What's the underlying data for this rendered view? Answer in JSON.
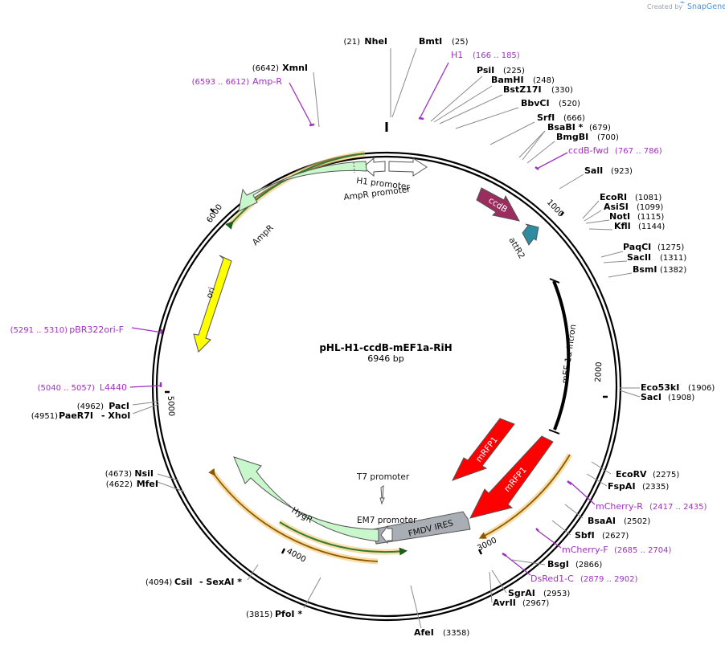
{
  "credit": {
    "prefix": "Created by",
    "brand": "SnapGene"
  },
  "plasmid": {
    "name": "pHL-H1-ccdB-mEF1a-RiH",
    "length_label": "6946 bp",
    "length": 6946
  },
  "ticks": [
    "1000",
    "2000",
    "3000",
    "4000",
    "5000",
    "6000"
  ],
  "enzymes": [
    {
      "name": "NheI",
      "pos": "(21)"
    },
    {
      "name": "BmtI",
      "pos": "(25)"
    },
    {
      "name": "PsiI",
      "pos": "(225)"
    },
    {
      "name": "BamHI",
      "pos": "(248)"
    },
    {
      "name": "BstZ17I",
      "pos": "(330)"
    },
    {
      "name": "BbvCI",
      "pos": "(520)"
    },
    {
      "name": "SrfI",
      "pos": "(666)"
    },
    {
      "name": "BsaBI *",
      "pos": "(679)"
    },
    {
      "name": "BmgBI",
      "pos": "(700)"
    },
    {
      "name": "SalI",
      "pos": "(923)"
    },
    {
      "name": "EcoRI",
      "pos": "(1081)"
    },
    {
      "name": "AsiSI",
      "pos": "(1099)"
    },
    {
      "name": "NotI",
      "pos": "(1115)"
    },
    {
      "name": "KflI",
      "pos": "(1144)"
    },
    {
      "name": "PaqCI",
      "pos": "(1275)"
    },
    {
      "name": "SacII",
      "pos": "(1311)"
    },
    {
      "name": "BsmI",
      "pos": "(1382)"
    },
    {
      "name": "Eco53kI",
      "pos": "(1906)"
    },
    {
      "name": "SacI",
      "pos": "(1908)"
    },
    {
      "name": "EcoRV",
      "pos": "(2275)"
    },
    {
      "name": "FspAI",
      "pos": "(2335)"
    },
    {
      "name": "BsaAI",
      "pos": "(2502)"
    },
    {
      "name": "SbfI",
      "pos": "(2627)"
    },
    {
      "name": "BsgI",
      "pos": "(2866)"
    },
    {
      "name": "SgrAI",
      "pos": "(2953)"
    },
    {
      "name": "AvrII",
      "pos": "(2967)"
    },
    {
      "name": "AfeI",
      "pos": "(3358)"
    },
    {
      "name": "PfoI *",
      "pos": "(3815)"
    },
    {
      "name": "CsiI",
      "pos": "(4094)"
    },
    {
      "name": "- SexAI *",
      "pos": ""
    },
    {
      "name": "MfeI",
      "pos": "(4622)"
    },
    {
      "name": "NsiI",
      "pos": "(4673)"
    },
    {
      "name": "PaeR7I",
      "pos": "(4951)"
    },
    {
      "name": "- XhoI",
      "pos": ""
    },
    {
      "name": "PacI",
      "pos": "(4962)"
    },
    {
      "name": "XmnI",
      "pos": "(6642)"
    }
  ],
  "primers": [
    {
      "name": "H1",
      "pos": "(166 .. 185)"
    },
    {
      "name": "ccdB-fwd",
      "pos": "(767 .. 786)"
    },
    {
      "name": "mCherry-R",
      "pos": "(2417 .. 2435)"
    },
    {
      "name": "mCherry-F",
      "pos": "(2685 .. 2704)"
    },
    {
      "name": "DsRed1-C",
      "pos": "(2879 .. 2902)"
    },
    {
      "name": "L4440",
      "pos": "(5040 .. 5057)"
    },
    {
      "name": "pBR322ori-F",
      "pos": "(5291 .. 5310)"
    },
    {
      "name": "Amp-R",
      "pos": "(6593 .. 6612)"
    }
  ],
  "features": [
    {
      "name": "H1 promoter"
    },
    {
      "name": "AmpR promoter"
    },
    {
      "name": "ccdB"
    },
    {
      "name": "attR2"
    },
    {
      "name": "mEF-1α intron"
    },
    {
      "name": "mRFP1"
    },
    {
      "name": "mRFP1"
    },
    {
      "name": "FMDV IRES"
    },
    {
      "name": "EM7 promoter"
    },
    {
      "name": "T7 promoter"
    },
    {
      "name": "HygR"
    },
    {
      "name": "ori"
    },
    {
      "name": "AmpR"
    }
  ],
  "colors": {
    "promoter": "#ffffff",
    "ccdB": "#9b2d5e",
    "attR2": "#2f8b9e",
    "mRFP1": "#ff0000",
    "ires": "#a9aeb5",
    "marker": "#c9f7cc",
    "ori": "#ffff00",
    "primer": "#a030c0",
    "orf_glow": "#f5c56a",
    "orf_line": "#2e7d32"
  }
}
